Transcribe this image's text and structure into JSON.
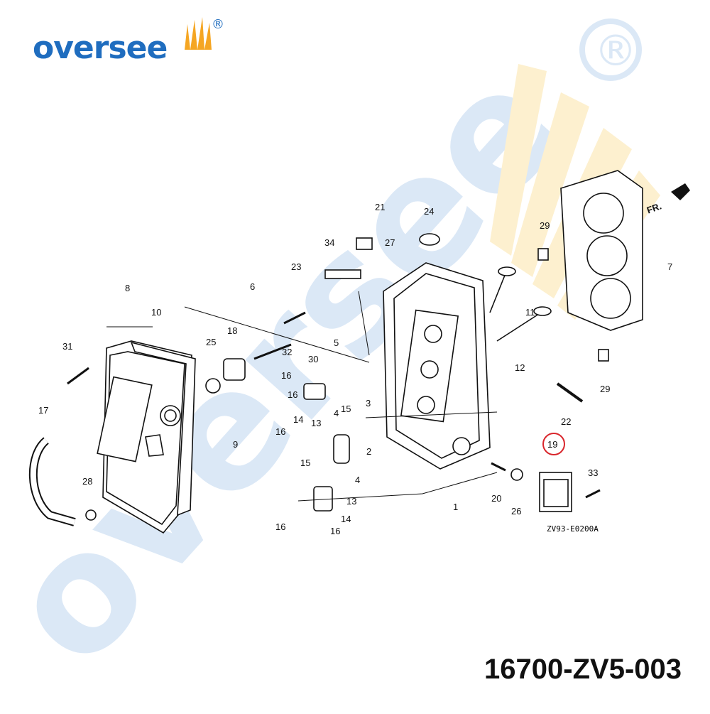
{
  "brand": {
    "name": "oversee",
    "reg_mark": "®"
  },
  "watermark": {
    "text": "oversee"
  },
  "diagram": {
    "code": "ZV93-E0200A",
    "direction_label": "FR.",
    "highlighted_part": "19",
    "callouts": [
      "1",
      "2",
      "3",
      "4",
      "4",
      "5",
      "6",
      "7",
      "8",
      "9",
      "10",
      "11",
      "12",
      "13",
      "13",
      "14",
      "14",
      "15",
      "15",
      "16",
      "16",
      "16",
      "16",
      "16",
      "17",
      "18",
      "19",
      "20",
      "21",
      "22",
      "23",
      "24",
      "25",
      "26",
      "27",
      "28",
      "29",
      "29",
      "30",
      "31",
      "32",
      "33",
      "34"
    ]
  },
  "part_number": "16700-ZV5-003",
  "colors": {
    "brand_blue": "#1f6dbf",
    "highlight_red": "#d9262c",
    "watermark_blue": "#dbe8f6",
    "watermark_yellow": "#fdf0cf"
  }
}
